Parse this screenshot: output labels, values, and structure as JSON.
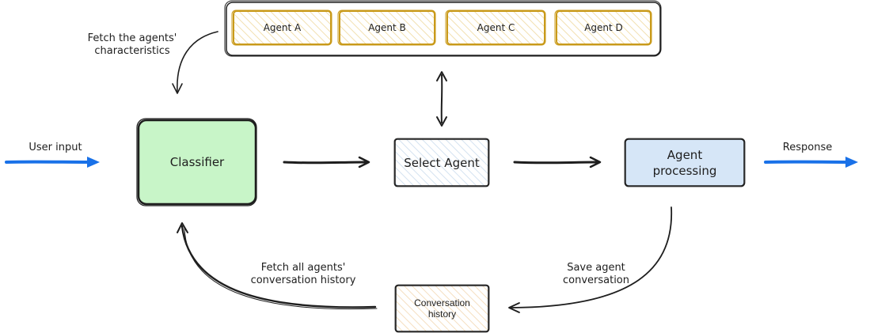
{
  "colors": {
    "stroke": "#1e1e1e",
    "agent_stroke": "#c99a1a",
    "agent_hatch": "#f2e0b0",
    "classifier_fill": "#c8f5c8",
    "agent_processing_fill": "#d6e6f7",
    "select_agent_hatch": "#d4e2f0",
    "history_hatch": "#f5dfc0",
    "io_arrow": "#1971e8"
  },
  "agents": [
    {
      "label": "Agent A"
    },
    {
      "label": "Agent B"
    },
    {
      "label": "Agent C"
    },
    {
      "label": "Agent D"
    }
  ],
  "nodes": {
    "classifier": "Classifier",
    "select_agent": "Select Agent",
    "agent_processing": "Agent\nprocessing",
    "conversation_history": "Conversation\nhistory"
  },
  "labels": {
    "fetch_characteristics": "Fetch the agents'\ncharacteristics",
    "user_input": "User input",
    "response": "Response",
    "fetch_history": "Fetch all agents'\nconversation history",
    "save_conversation": "Save agent\nconversation"
  }
}
